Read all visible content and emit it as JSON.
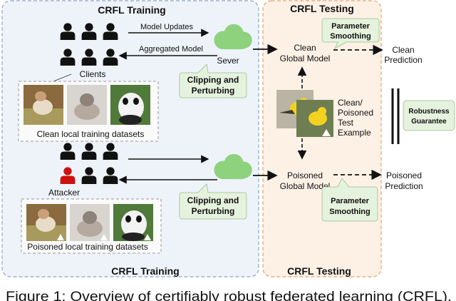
{
  "training_panel": {
    "title_top": "CRFL Training",
    "title_bottom": "CRFL Training"
  },
  "testing_panel": {
    "title_top": "CRFL Testing",
    "title_bottom": "CRFL Testing"
  },
  "arrows": {
    "model_updates": "Model Updates",
    "aggregated_model": "Aggregated Model"
  },
  "server": {
    "label": "Sever"
  },
  "clients": {
    "label": "Clients"
  },
  "attacker": {
    "label": "Attacker"
  },
  "clipping_top": {
    "line1": "Clipping and",
    "line2": "Perturbing"
  },
  "clipping_bottom": {
    "line1": "Clipping and",
    "line2": "Perturbing"
  },
  "clean_model": {
    "line1": "Clean",
    "line2": "Global Model"
  },
  "poisoned_model": {
    "line1": "Poisoned",
    "line2": "Global Model"
  },
  "smoothing_top": {
    "line1": "Parameter",
    "line2": "Smoothing"
  },
  "smoothing_bottom": {
    "line1": "Parameter",
    "line2": "Smoothing"
  },
  "clean_prediction": {
    "line1": "Clean",
    "line2": "Prediction"
  },
  "poisoned_prediction": {
    "line1": "Poisoned",
    "line2": "Prediction"
  },
  "test_example": {
    "line1": "Clean/",
    "line2": "Poisoned",
    "line3": "Test",
    "line4": "Example"
  },
  "robustness": {
    "line1": "Robustness",
    "line2": "Guarantee"
  },
  "clean_datasets": {
    "label": "Clean local training datasets"
  },
  "poisoned_datasets": {
    "label": "Poisoned local training datasets"
  },
  "caption": {
    "text": "Figure 1: Overview of certifiably robust federated learning (CRFL)."
  },
  "colors": {
    "training_bg": "#eef3f9",
    "training_border": "#8aa6c8",
    "testing_bg": "#fdf1e6",
    "testing_border": "#e6a26a",
    "callout_fill": "#e5f2dd",
    "cloud": "#8fd27e",
    "attacker": "#cc1111"
  }
}
